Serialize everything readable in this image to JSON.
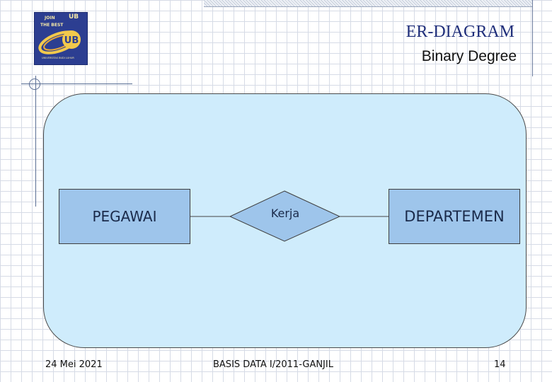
{
  "header": {
    "title": "ER-DIAGRAM",
    "subtitle": "Binary Degree"
  },
  "logo": {
    "join": "JOIN",
    "ub_small": "UB",
    "the_best": "THE BEST",
    "ub_big": "UB",
    "university": "UNIVERSITAS BUDI LUHUR"
  },
  "diagram": {
    "entities": [
      {
        "label": "PEGAWAI"
      },
      {
        "label": "DEPARTEMEN"
      }
    ],
    "relationship": {
      "label": "Kerja"
    }
  },
  "footer": {
    "date": "24 Mei 2021",
    "course": "BASIS DATA I/2011-GANJIL",
    "page": "14"
  },
  "colors": {
    "panel_fill": "#cfecfc",
    "entity_fill": "#9ec5eb",
    "title_color": "#1f2e7a"
  }
}
